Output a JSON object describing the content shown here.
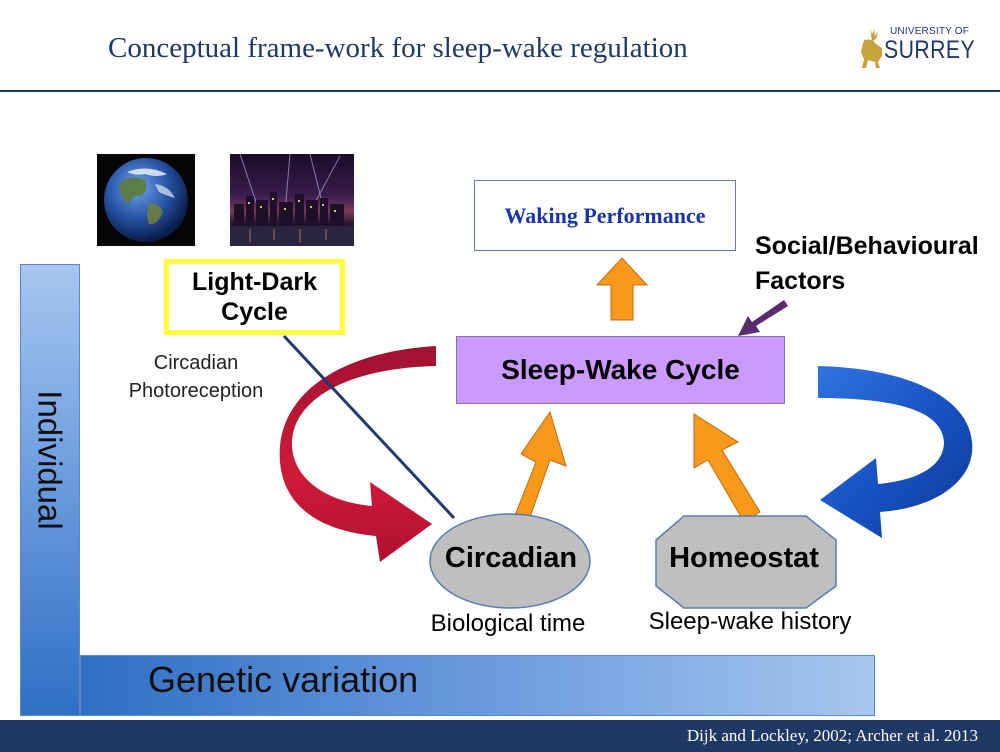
{
  "header": {
    "title": "Conceptual frame-work for sleep-wake regulation",
    "logo_line1": "UNIVERSITY OF",
    "logo_line2": "SURREY"
  },
  "axes": {
    "vertical_label": "Individual",
    "horizontal_label": "Genetic variation"
  },
  "nodes": {
    "light_dark": "Light-Dark\nCycle",
    "photoreception": "Circadian\nPhotoreception",
    "waking_performance": "Waking Performance",
    "social_factors": "Social/Behavioural\nFactors",
    "sleep_wake_cycle": "Sleep-Wake Cycle",
    "circadian": "Circadian",
    "circadian_sub": "Biological time",
    "homeostat": "Homeostat",
    "homeostat_sub": "Sleep-wake history"
  },
  "footer": {
    "citation": "Dijk and Lockley, 2002;  Archer et al. 2013"
  },
  "colors": {
    "title": "#1f3864",
    "footer_bar": "#1f3864",
    "sleep_wake_box": "#cc99ff",
    "orange_arrow": "#f79a1c",
    "red_arrow": "#b01030",
    "blue_arrow": "#1550b8",
    "purple_arrow": "#5a2a6e",
    "light_dark_border": "#ffff3c",
    "node_fill": "#bfbfbf"
  },
  "icons": {
    "earth_image": "earth-photo",
    "city_image": "city-lights-photo",
    "logo": "stag-logo"
  }
}
